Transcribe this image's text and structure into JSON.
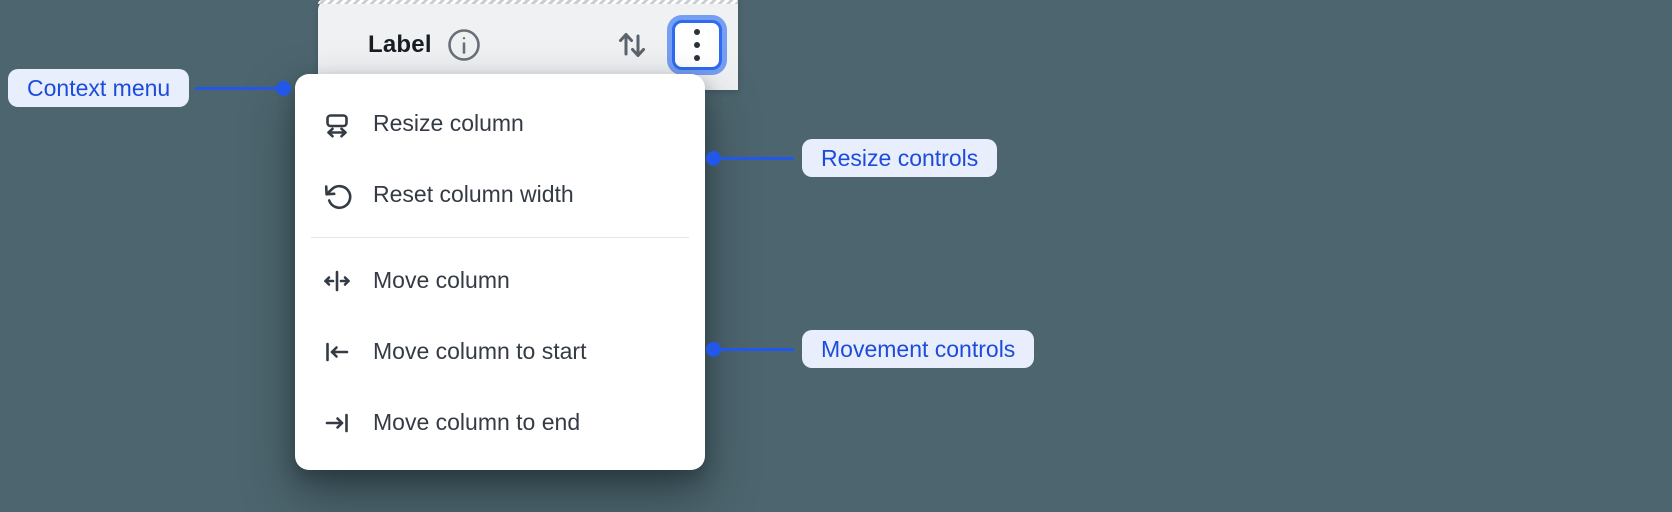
{
  "colors": {
    "background": "#4d656e",
    "header_bg": "#f0f1f3",
    "menu_bg": "#ffffff",
    "accent_blue": "#2257e8",
    "annotation_text": "#1c4cdb",
    "annotation_pill_bg": "#e9eefc",
    "focus_ring": "#2e6bf0",
    "menu_text": "#343b44"
  },
  "header": {
    "title": "Label",
    "icons": {
      "info": "info-icon",
      "sort": "sort-arrows-icon",
      "kebab": "kebab-menu-icon"
    }
  },
  "menu": {
    "groups": [
      {
        "name": "resize",
        "items": [
          {
            "icon": "resize-column-icon",
            "label": "Resize column"
          },
          {
            "icon": "reset-column-width-icon",
            "label": "Reset column width"
          }
        ]
      },
      {
        "name": "movement",
        "items": [
          {
            "icon": "move-column-icon",
            "label": "Move column"
          },
          {
            "icon": "move-column-start-icon",
            "label": "Move column to start"
          },
          {
            "icon": "move-column-end-icon",
            "label": "Move column to end"
          }
        ]
      }
    ]
  },
  "annotations": {
    "context_menu": {
      "label": "Context menu"
    },
    "resize": {
      "label": "Resize controls"
    },
    "movement": {
      "label": "Movement controls"
    }
  }
}
